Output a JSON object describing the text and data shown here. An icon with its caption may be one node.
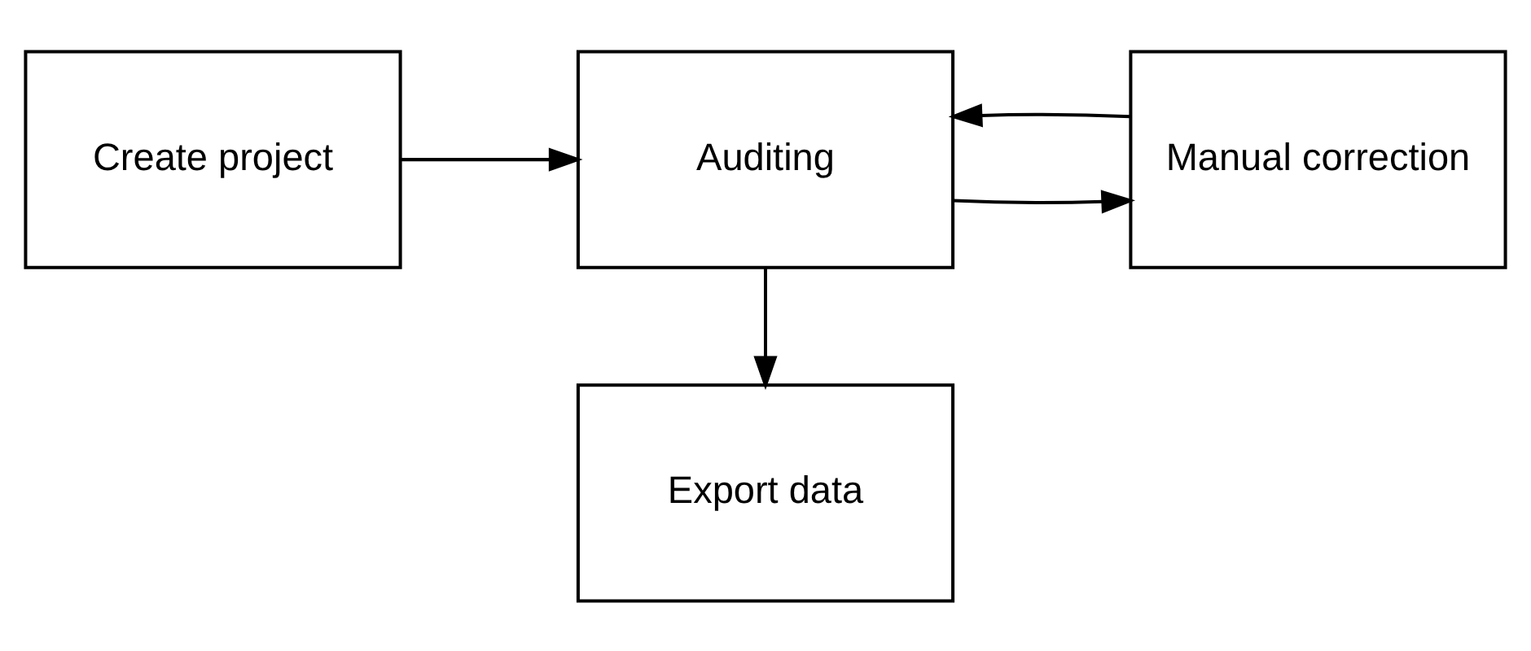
{
  "diagram": {
    "nodes": [
      {
        "text": [
          "Create project"
        ]
      },
      {
        "text": [
          "Auditing"
        ]
      },
      {
        "text": [
          "Manual correction"
        ]
      },
      {
        "text": [
          "Export data"
        ]
      }
    ],
    "edges": [
      {
        "from": 0,
        "to": 1,
        "arrow": "to"
      },
      {
        "from": 1,
        "to": 2,
        "arrow": "to"
      },
      {
        "from": 2,
        "to": 1,
        "arrow": "to"
      },
      {
        "from": 1,
        "to": 3,
        "arrow": "to"
      }
    ]
  }
}
